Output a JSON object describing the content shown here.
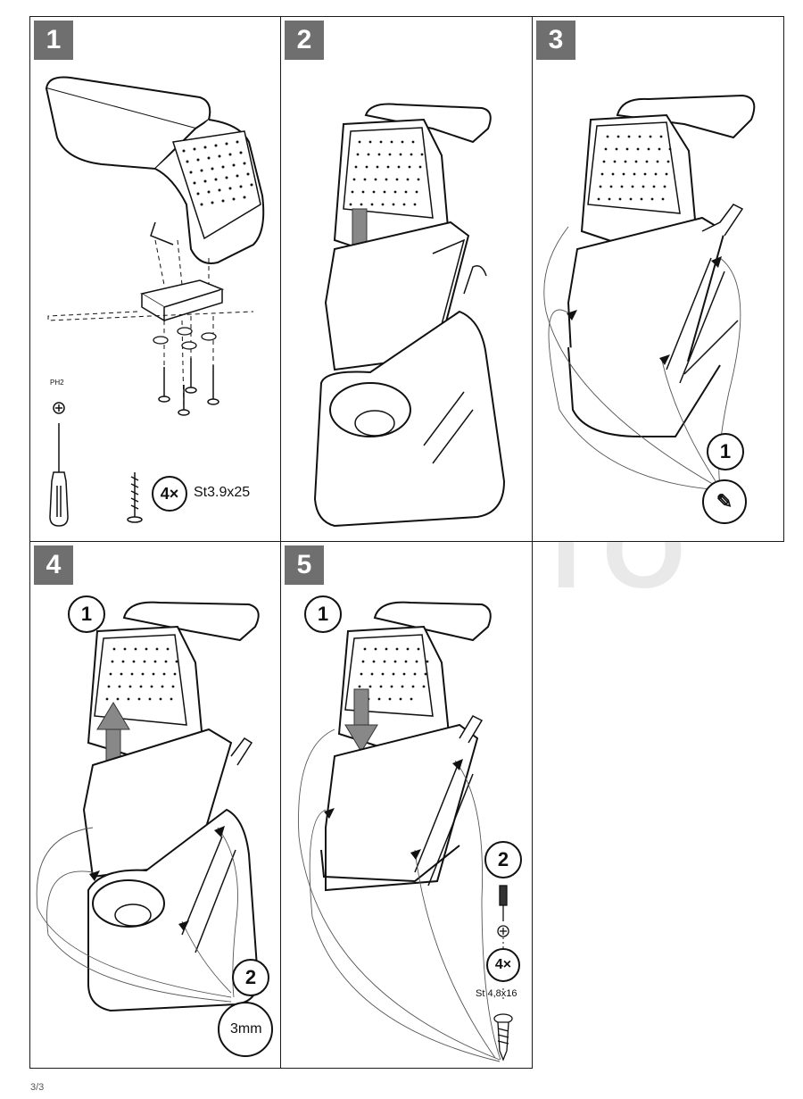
{
  "watermark": "AG AUTO",
  "steps": [
    {
      "number": "1"
    },
    {
      "number": "2"
    },
    {
      "number": "3"
    },
    {
      "number": "4"
    },
    {
      "number": "5"
    }
  ],
  "step1": {
    "tool_label": "PH2",
    "screw_count": "4×",
    "screw_spec": "St3.9x25"
  },
  "step3": {
    "callout": "1"
  },
  "step4": {
    "callout_1": "1",
    "callout_2": "2",
    "drill_size": "3mm"
  },
  "step5": {
    "callout_1": "1",
    "callout_2": "2",
    "screw_count": "4×",
    "screw_spec": "St 4,8x16"
  },
  "footer": "3/3"
}
